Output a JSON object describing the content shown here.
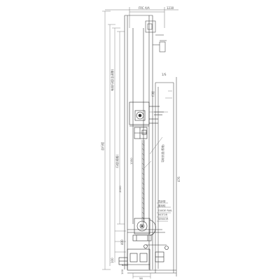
{
  "labels": {
    "top_dim": "FRC A/A",
    "top_right_dim": "1230",
    "right_dim_tall": "476",
    "right_dim_mid": "1/S",
    "bottom_dim": "56",
    "bottom_left_dim": "100",
    "left_small_dim": "400",
    "left_vert_1": "有效行程(含调整)",
    "left_vert_2": "总行程",
    "left_vert_3": "行程(规格)",
    "left_vert_4": "100",
    "right_vert_1": "导轨长度(规格)",
    "right_vert_2": "行程",
    "center_label_1": "1350",
    "center_label_2": "2000",
    "note_1": "同步带",
    "note_2": "驱动轮",
    "note_3": "GUIDE RAIL",
    "note_4": "MOTOR",
    "note_5": "SENSOR",
    "note_6": "BASE"
  }
}
